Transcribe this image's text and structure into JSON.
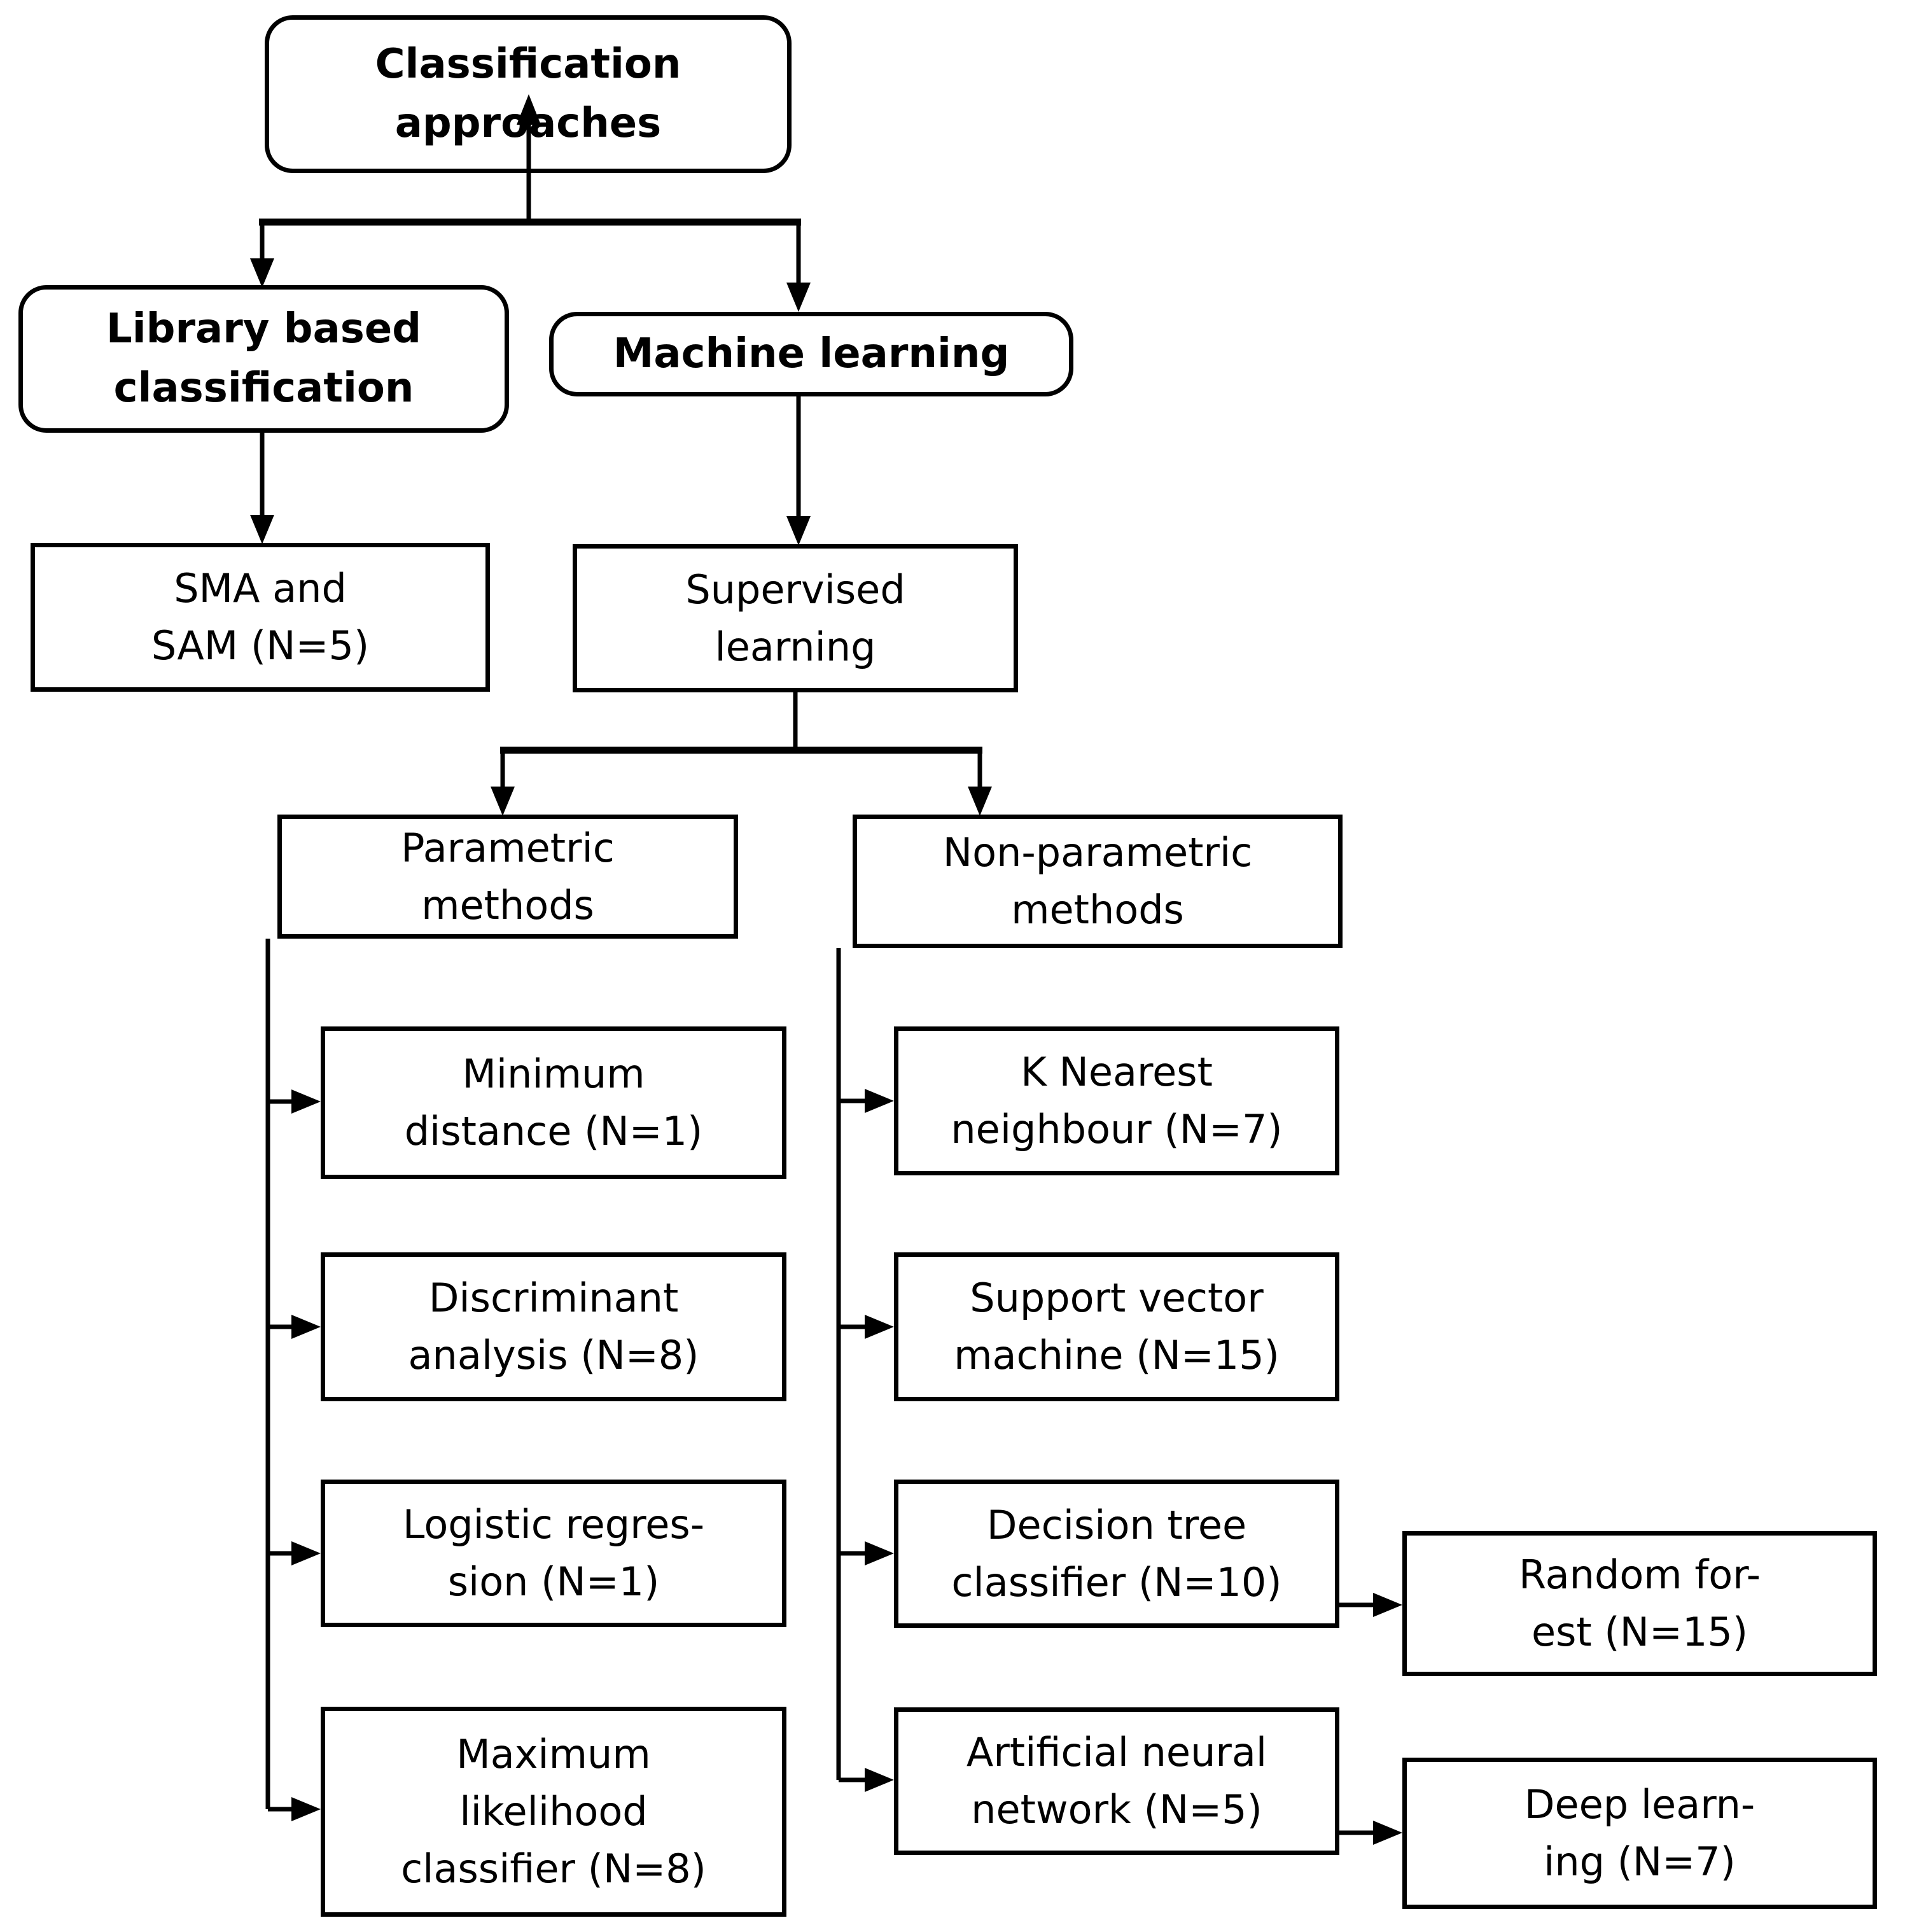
{
  "diagram": {
    "background_color": "#ffffff",
    "line_color": "#000000",
    "nodes": {
      "classification": {
        "label": "Classification\napproaches"
      },
      "library": {
        "label": "Library based\nclassification"
      },
      "machine": {
        "label": "Machine learning"
      },
      "sma": {
        "label": "SMA and\nSAM (N=5)"
      },
      "supervised": {
        "label": "Supervised\nlearning"
      },
      "parametric": {
        "label": "Parametric\nmethods"
      },
      "nonparametric": {
        "label": "Non-parametric\nmethods"
      },
      "minimum": {
        "label": "Minimum\ndistance (N=1)"
      },
      "discriminant": {
        "label": "Discriminant\nanalysis (N=8)"
      },
      "logistic": {
        "label": "Logistic regres-\nsion (N=1)"
      },
      "maximum": {
        "label": "Maximum\nlikelihood\nclassifier (N=8)"
      },
      "knearest": {
        "label": "K Nearest\nneighbour (N=7)"
      },
      "svm": {
        "label": "Support vector\nmachine (N=15)"
      },
      "decision": {
        "label": "Decision tree\nclassifier (N=10)"
      },
      "random": {
        "label": "Random for-\nest (N=15)"
      },
      "ann": {
        "label": "Artificial neural\nnetwork (N=5)"
      },
      "deep": {
        "label": "Deep learn-\ning (N=7)"
      }
    },
    "edges": [
      {
        "from": "classification",
        "to": "library"
      },
      {
        "from": "classification",
        "to": "machine"
      },
      {
        "from": "library",
        "to": "sma"
      },
      {
        "from": "machine",
        "to": "supervised"
      },
      {
        "from": "supervised",
        "to": "parametric"
      },
      {
        "from": "supervised",
        "to": "nonparametric"
      },
      {
        "from": "parametric",
        "to": "minimum"
      },
      {
        "from": "parametric",
        "to": "discriminant"
      },
      {
        "from": "parametric",
        "to": "logistic"
      },
      {
        "from": "parametric",
        "to": "maximum"
      },
      {
        "from": "nonparametric",
        "to": "knearest"
      },
      {
        "from": "nonparametric",
        "to": "svm"
      },
      {
        "from": "nonparametric",
        "to": "decision"
      },
      {
        "from": "nonparametric",
        "to": "ann"
      },
      {
        "from": "decision",
        "to": "random"
      },
      {
        "from": "ann",
        "to": "deep"
      }
    ]
  }
}
